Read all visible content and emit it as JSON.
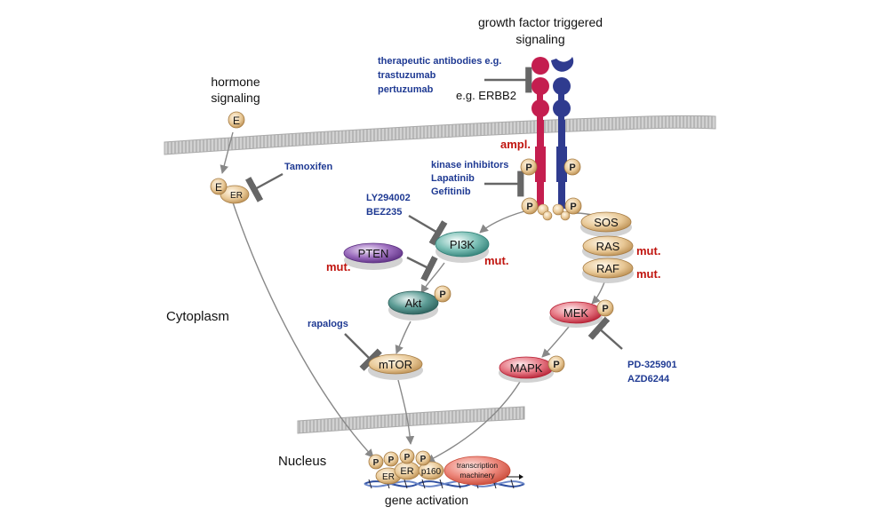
{
  "labels": {
    "growth_factor": [
      "growth factor triggered",
      "signaling"
    ],
    "hormone": [
      "hormone",
      "signaling"
    ],
    "cytoplasm": "Cytoplasm",
    "nucleus": "Nucleus",
    "gene_activation": "gene activation",
    "erbb2": "e.g. ERBB2"
  },
  "drugs": {
    "antibodies": [
      "therapeutic antibodies e.g.",
      "trastuzumab",
      "pertuzumab"
    ],
    "kinase_inhibitors": [
      "kinase inhibitors",
      "Lapatinib",
      "Gefitinib"
    ],
    "tamoxifen": "Tamoxifen",
    "pi3k_inhibitors": [
      "LY294002",
      "BEZ235"
    ],
    "rapalogs": "rapalogs",
    "mek_inhibitors": [
      "PD-325901",
      "AZD6244"
    ]
  },
  "molecules": {
    "e": "E",
    "er": "ER",
    "pi3k": "PI3K",
    "pten": "PTEN",
    "akt": "Akt",
    "mtor": "mTOR",
    "sos": "SOS",
    "ras": "RAS",
    "raf": "RAF",
    "mek": "MEK",
    "mapk": "MAPK",
    "p": "P",
    "p160": "p160",
    "transcription": [
      "transcription",
      "machinery"
    ]
  },
  "annotations": {
    "ampl": "ampl.",
    "mut": "mut."
  },
  "colors": {
    "membrane": "#b4b4b4",
    "receptor_red": "#c41e4f",
    "receptor_blue": "#2f3b8f",
    "pi3k": "#3f9a8f",
    "akt": "#3a7f7a",
    "pten": "#7a3ea0",
    "mek_mapk": "#d7374a",
    "tan": "#d9b27a",
    "drug_text": "#1f3a93",
    "mutation_text": "#c0150f"
  }
}
